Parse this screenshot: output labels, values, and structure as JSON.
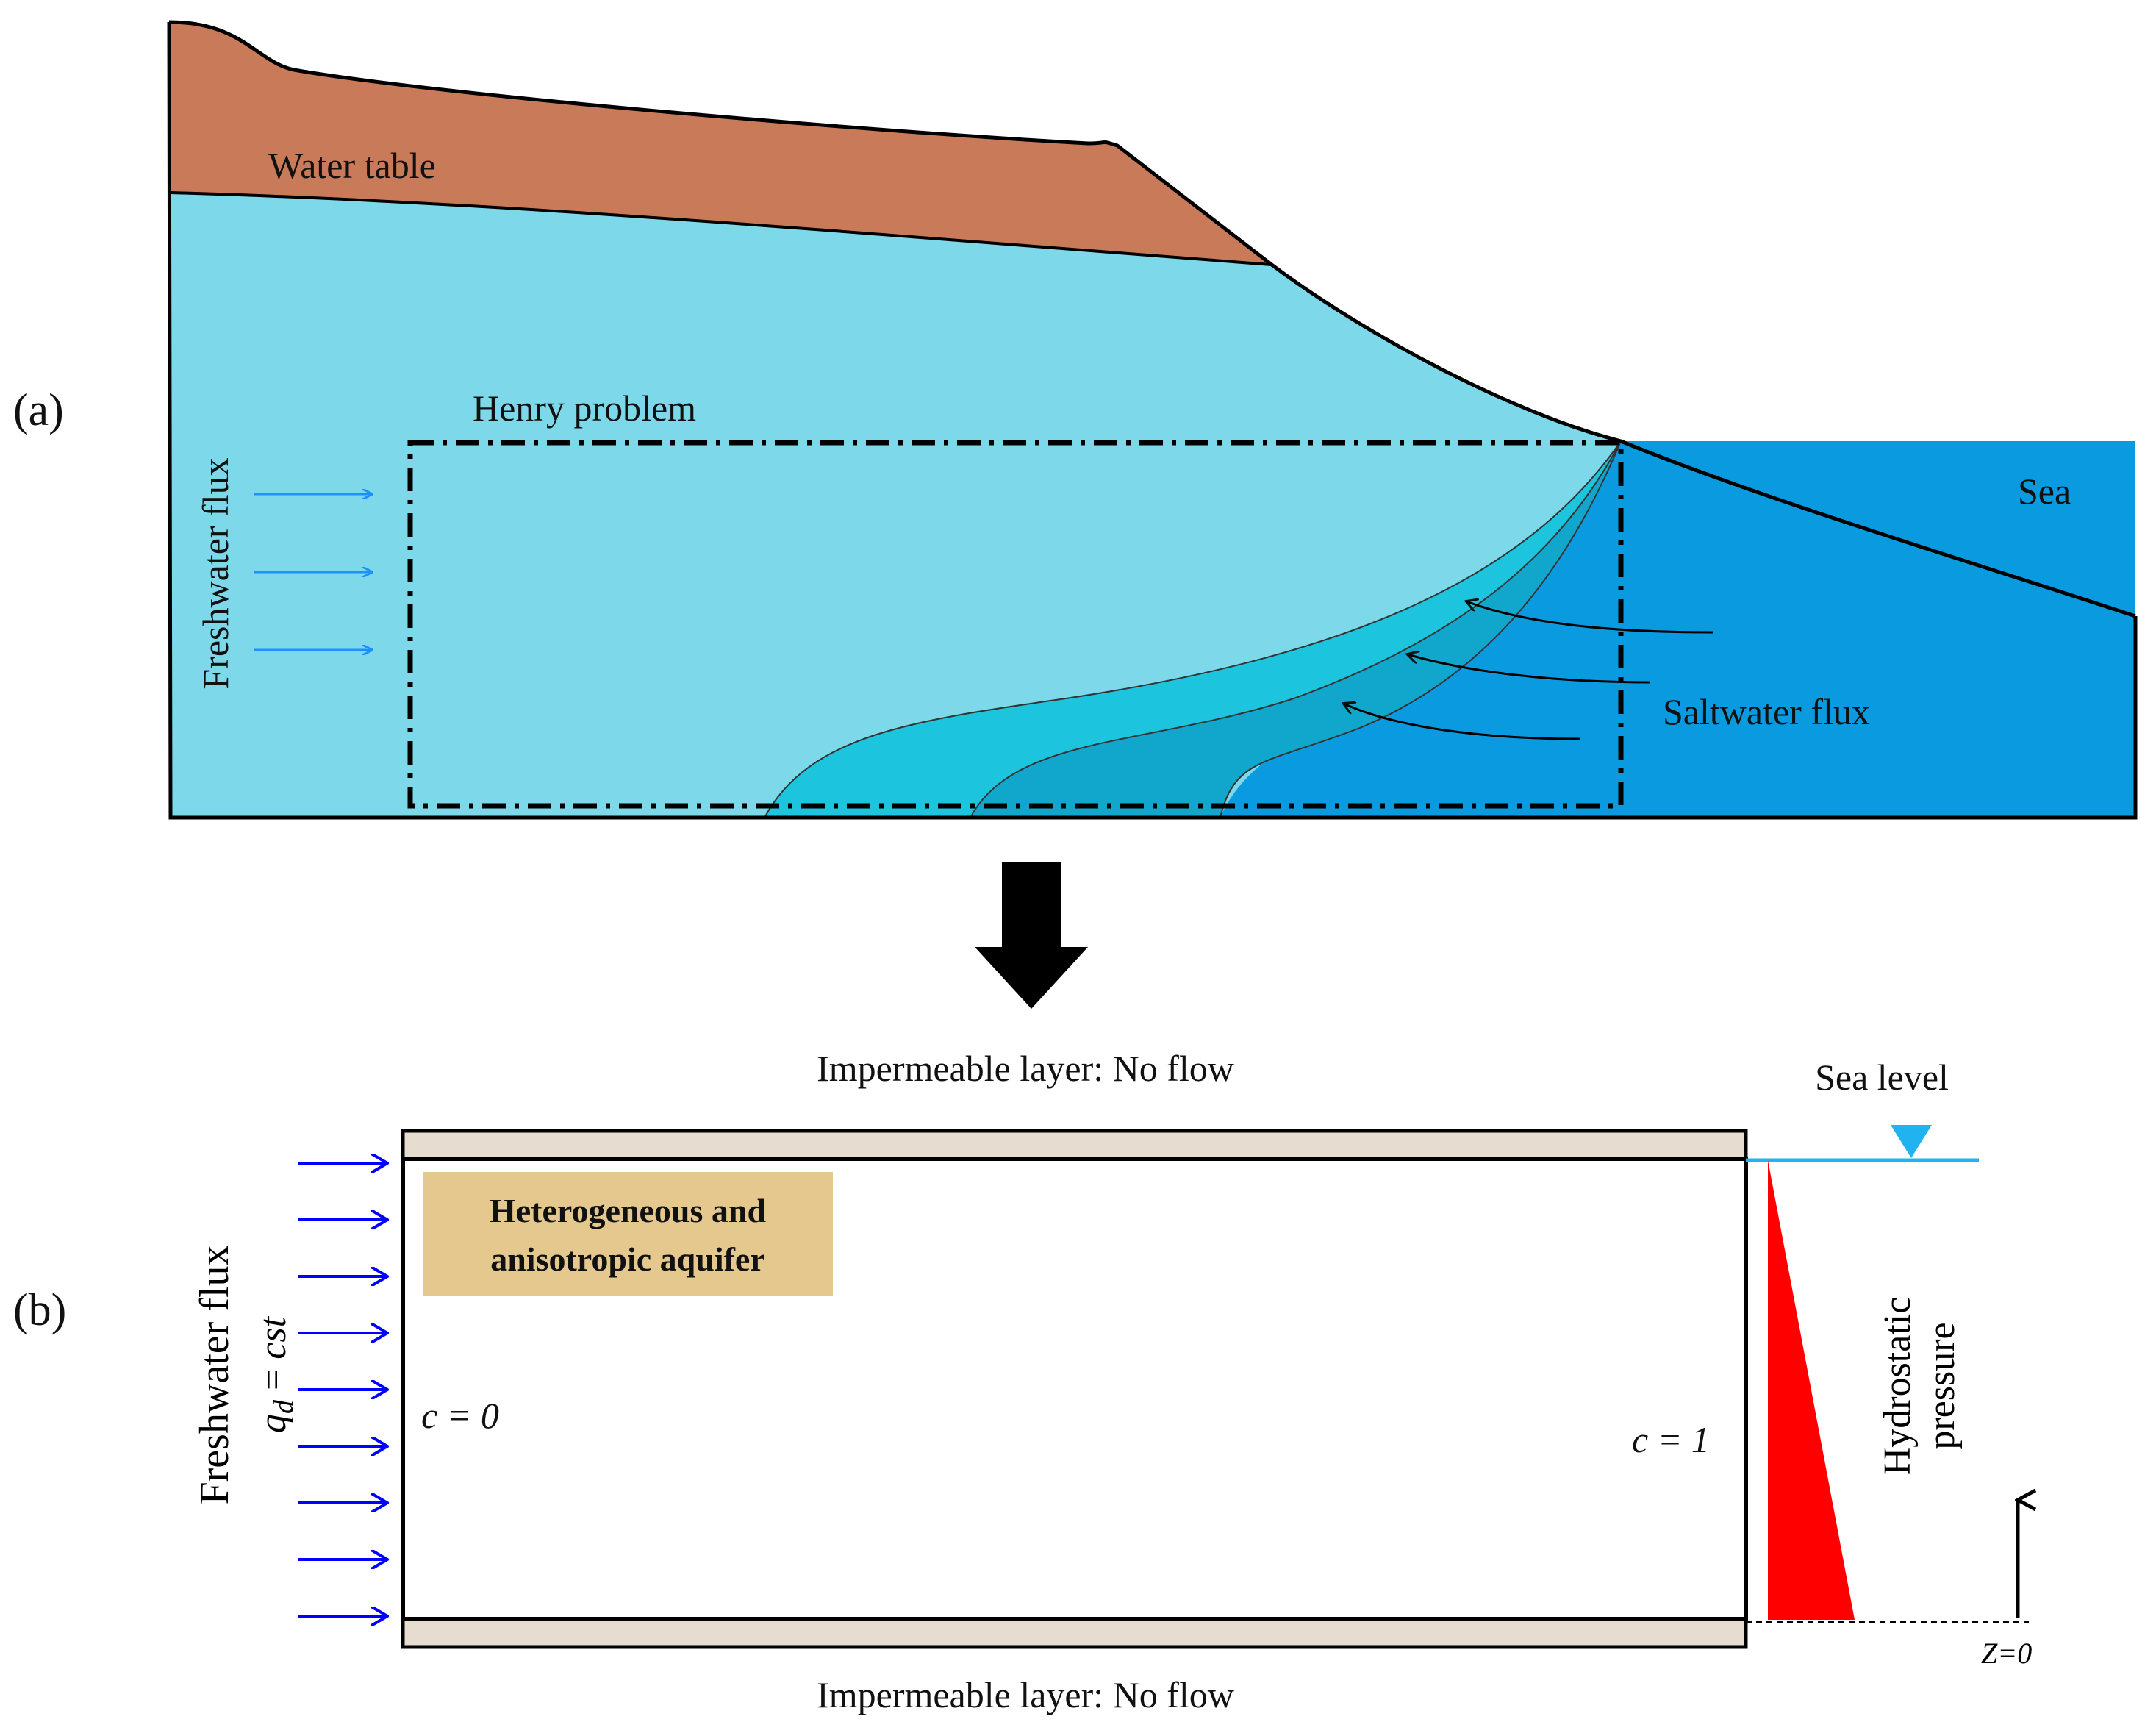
{
  "panel_a": {
    "label": "(a)",
    "water_table": "Water table",
    "henry_problem": "Henry problem",
    "sea": "Sea",
    "freshwater_flux": "Freshwater flux",
    "saltwater_flux": "Saltwater flux"
  },
  "panel_b": {
    "label": "(b)",
    "top_layer": "Impermeable layer: No flow",
    "bottom_layer": "Impermeable layer: No flow",
    "sea_level": "Sea level",
    "aquifer_line1": "Heterogeneous and",
    "aquifer_line2": "anisotropic aquifer",
    "freshwater_flux": "Freshwater flux",
    "flux_condition": "q_d = cst",
    "flux_condition_var": "q",
    "flux_condition_sub": "d",
    "flux_condition_eq": " = ",
    "flux_condition_rhs": "cst",
    "c_left": "c = 0",
    "c_right": "c = 1",
    "hydrostatic_line1": "Hydrostatic",
    "hydrostatic_line2": "pressure",
    "z_zero": "Z=0"
  },
  "colors": {
    "soil": "#c97a58",
    "freshwater": "#7dd8ea",
    "sea": "#0a9ae0",
    "mixing_light": "#1cc4de",
    "mixing_mid": "#11a6cc",
    "flux_arrow_a": "#1e90ff",
    "flux_arrow_b": "#0000ff",
    "pressure": "#ff0000",
    "sea_level_line": "#21b3f0",
    "layer_fill": "#e6ddd0",
    "aquifer_box": "#e5c88e"
  }
}
